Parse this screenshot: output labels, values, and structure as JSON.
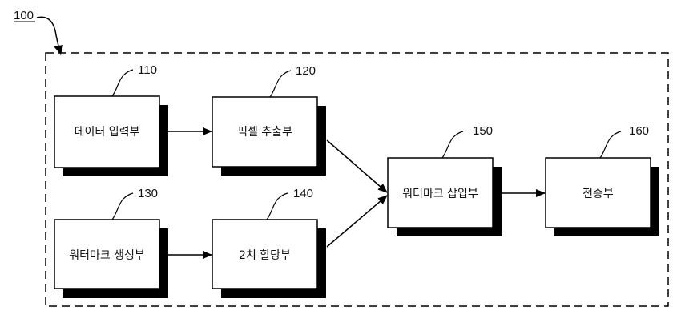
{
  "system": {
    "ref": "100"
  },
  "blocks": [
    {
      "id": "data-input",
      "ref": "110",
      "label": "데이터 입력부"
    },
    {
      "id": "pixel-extract",
      "ref": "120",
      "label": "픽셀 추출부"
    },
    {
      "id": "watermark-generate",
      "ref": "130",
      "label": "워터마크 생성부"
    },
    {
      "id": "binary-assign",
      "ref": "140",
      "label": "2치 할당부"
    },
    {
      "id": "watermark-insert",
      "ref": "150",
      "label": "워터마크 삽입부"
    },
    {
      "id": "transmit",
      "ref": "160",
      "label": "전송부"
    }
  ],
  "connections": [
    {
      "from": "110",
      "to": "120"
    },
    {
      "from": "130",
      "to": "140"
    },
    {
      "from": "120",
      "to": "150"
    },
    {
      "from": "140",
      "to": "150"
    },
    {
      "from": "150",
      "to": "160"
    }
  ],
  "colors": {
    "stroke": "#000000",
    "shadow": "#000000",
    "box_fill": "#ffffff"
  }
}
